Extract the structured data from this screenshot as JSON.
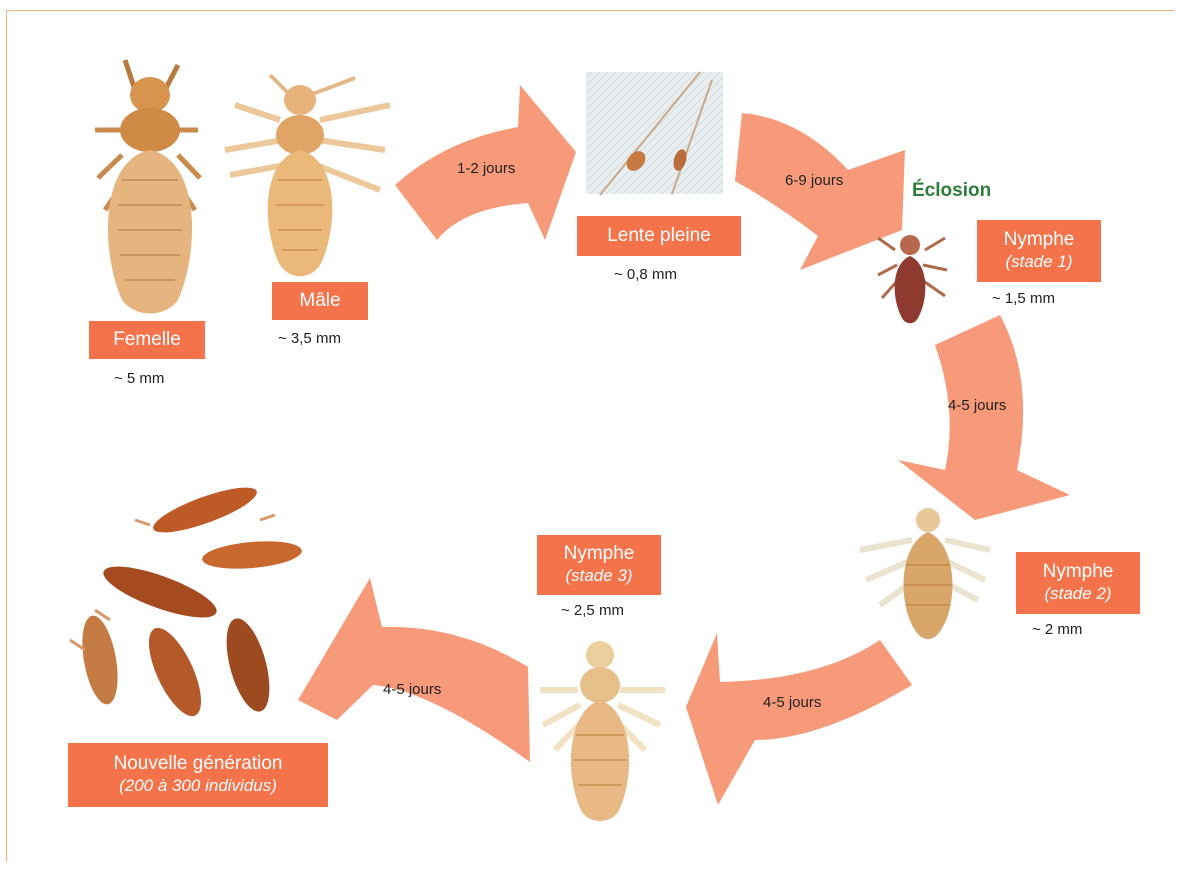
{
  "stages": {
    "femelle": {
      "label": "Femelle",
      "size": "~ 5 mm"
    },
    "male": {
      "label": "Mâle",
      "size": "~ 3,5 mm"
    },
    "lente": {
      "label": "Lente pleine",
      "size": "~ 0,8 mm"
    },
    "nymphe1": {
      "label": "Nymphe",
      "sub": "(stade 1)",
      "size": "~ 1,5 mm"
    },
    "nymphe2": {
      "label": "Nymphe",
      "sub": "(stade 2)",
      "size": "~ 2 mm"
    },
    "nymphe3": {
      "label": "Nymphe",
      "sub": "(stade 3)",
      "size": "~ 2,5 mm"
    },
    "generation": {
      "label": "Nouvelle génération",
      "sub": "(200 à 300 individus)"
    }
  },
  "durations": {
    "adult_to_egg": "1-2 jours",
    "egg_to_hatch": "6-9 jours",
    "n1_to_n2": "4-5 jours",
    "n2_to_n3": "4-5 jours",
    "n3_to_gen": "4-5 jours"
  },
  "eclosion": "Éclosion",
  "colors": {
    "arrow": "#f79a79",
    "label_bg": "#f5734a",
    "eclosion": "#2e7d3b",
    "louse": "#d8893f"
  }
}
